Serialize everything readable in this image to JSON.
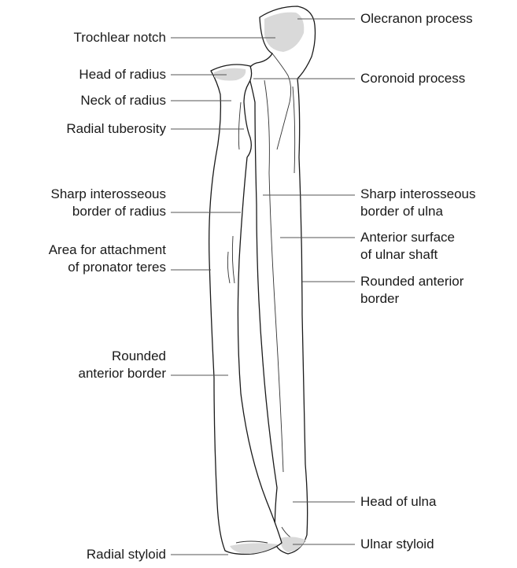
{
  "diagram": {
    "labels_left": [
      {
        "id": "trochlear-notch",
        "text": "Trochlear notch"
      },
      {
        "id": "head-of-radius",
        "text": "Head of radius"
      },
      {
        "id": "neck-of-radius",
        "text": "Neck of radius"
      },
      {
        "id": "radial-tuberosity",
        "text": "Radial tuberosity"
      },
      {
        "id": "sharp-border-radius",
        "text": "Sharp interosseous\nborder of radius"
      },
      {
        "id": "pronator-teres-area",
        "text": "Area for attachment\nof pronator teres"
      },
      {
        "id": "rounded-border-radius",
        "text": "Rounded\nanterior border"
      },
      {
        "id": "radial-styloid",
        "text": "Radial styloid"
      }
    ],
    "labels_right": [
      {
        "id": "olecranon-process",
        "text": "Olecranon process"
      },
      {
        "id": "coronoid-process",
        "text": "Coronoid process"
      },
      {
        "id": "sharp-border-ulna",
        "text": "Sharp interosseous\nborder of ulna"
      },
      {
        "id": "anterior-surface-ulna",
        "text": "Anterior surface\nof ulnar shaft"
      },
      {
        "id": "rounded-border-ulna",
        "text": "Rounded anterior\nborder"
      },
      {
        "id": "head-of-ulna",
        "text": "Head of ulna"
      },
      {
        "id": "ulnar-styloid",
        "text": "Ulnar styloid"
      }
    ]
  }
}
